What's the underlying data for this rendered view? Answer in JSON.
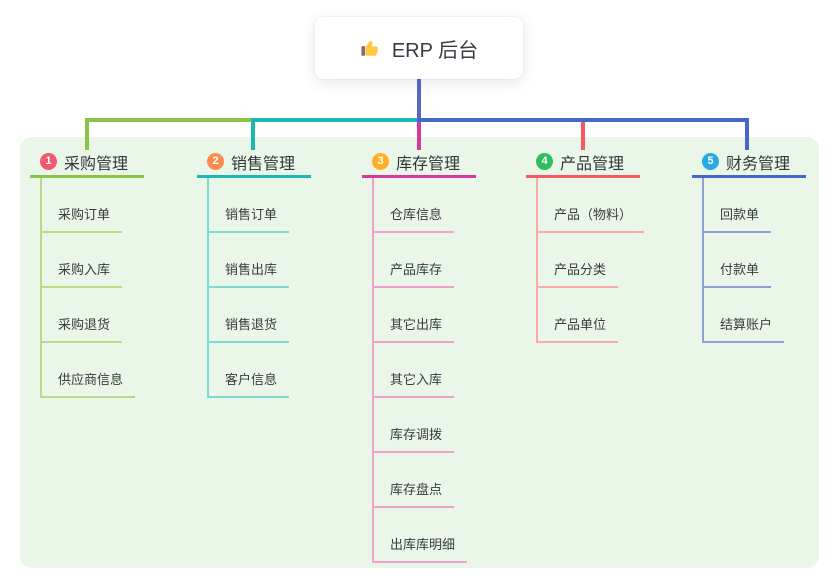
{
  "root": {
    "title": "ERP 后台",
    "icon": "thumbs-up-icon"
  },
  "colors": {
    "panel_bg": "#E9F6E8",
    "card_bg": "#FFFFFF",
    "text": "#33373C"
  },
  "connectors": {
    "root_line_color": "#5A66C4"
  },
  "branches": [
    {
      "badge": "1",
      "label": "采购管理",
      "badge_color": "#F25670",
      "line_color": "#8BC34A",
      "child_line_color": "#B5DB8B",
      "children": [
        "采购订单",
        "采购入库",
        "采购退货",
        "供应商信息"
      ]
    },
    {
      "badge": "2",
      "label": "销售管理",
      "badge_color": "#FB8C4E",
      "line_color": "#1AB8B0",
      "child_line_color": "#7EDAD3",
      "children": [
        "销售订单",
        "销售出库",
        "销售退货",
        "客户信息"
      ]
    },
    {
      "badge": "3",
      "label": "库存管理",
      "badge_color": "#FFAF26",
      "line_color": "#D6399E",
      "child_line_color": "#F2A0CD",
      "children": [
        "仓库信息",
        "产品库存",
        "其它出库",
        "其它入库",
        "库存调拨",
        "库存盘点",
        "出库库明细"
      ]
    },
    {
      "badge": "4",
      "label": "产品管理",
      "badge_color": "#2EBE5C",
      "line_color": "#F65A60",
      "child_line_color": "#FBABA6",
      "children": [
        "产品（物料）",
        "产品分类",
        "产品单位"
      ]
    },
    {
      "badge": "5",
      "label": "财务管理",
      "badge_color": "#2AA9E0",
      "line_color": "#4467CA",
      "child_line_color": "#8FA0D8",
      "children": [
        "回款单",
        "付款单",
        "结算账户"
      ]
    }
  ]
}
